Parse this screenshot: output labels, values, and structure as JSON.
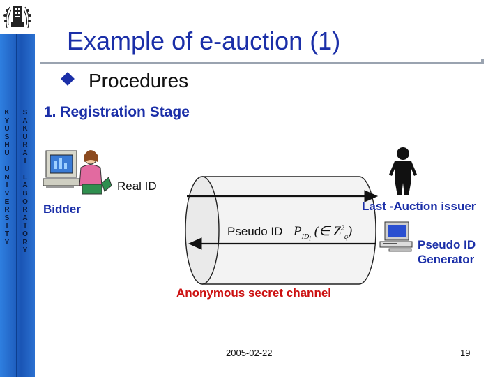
{
  "header": {
    "title": "Example of  e-auction (1)"
  },
  "sidebar": {
    "left_letters": [
      "K",
      "Y",
      "U",
      "S",
      "H",
      "U",
      "",
      "U",
      "N",
      "I",
      "V",
      "E",
      "R",
      "S",
      "I",
      "T",
      "Y"
    ],
    "right_letters": [
      "S",
      "A",
      "K",
      "U",
      "R",
      "A",
      "I",
      "",
      "L",
      "A",
      "B",
      "O",
      "R",
      "A",
      "T",
      "O",
      "R",
      "Y"
    ]
  },
  "content": {
    "bullet": "Procedures",
    "stage": "1. Registration Stage",
    "real_id": "Real ID",
    "bidder": "Bidder",
    "issuer": "Last -Auction issuer",
    "pseudo_id": "Pseudo ID",
    "generator_line1": "Pseudo ID",
    "generator_line2": "Generator",
    "channel": "Anonymous secret channel"
  },
  "footer": {
    "date": "2005-02-22",
    "page": "19"
  },
  "colors": {
    "accent": "#1b2fa8",
    "sidebar": "#1f5fbf",
    "channel_text": "#cc1010"
  }
}
